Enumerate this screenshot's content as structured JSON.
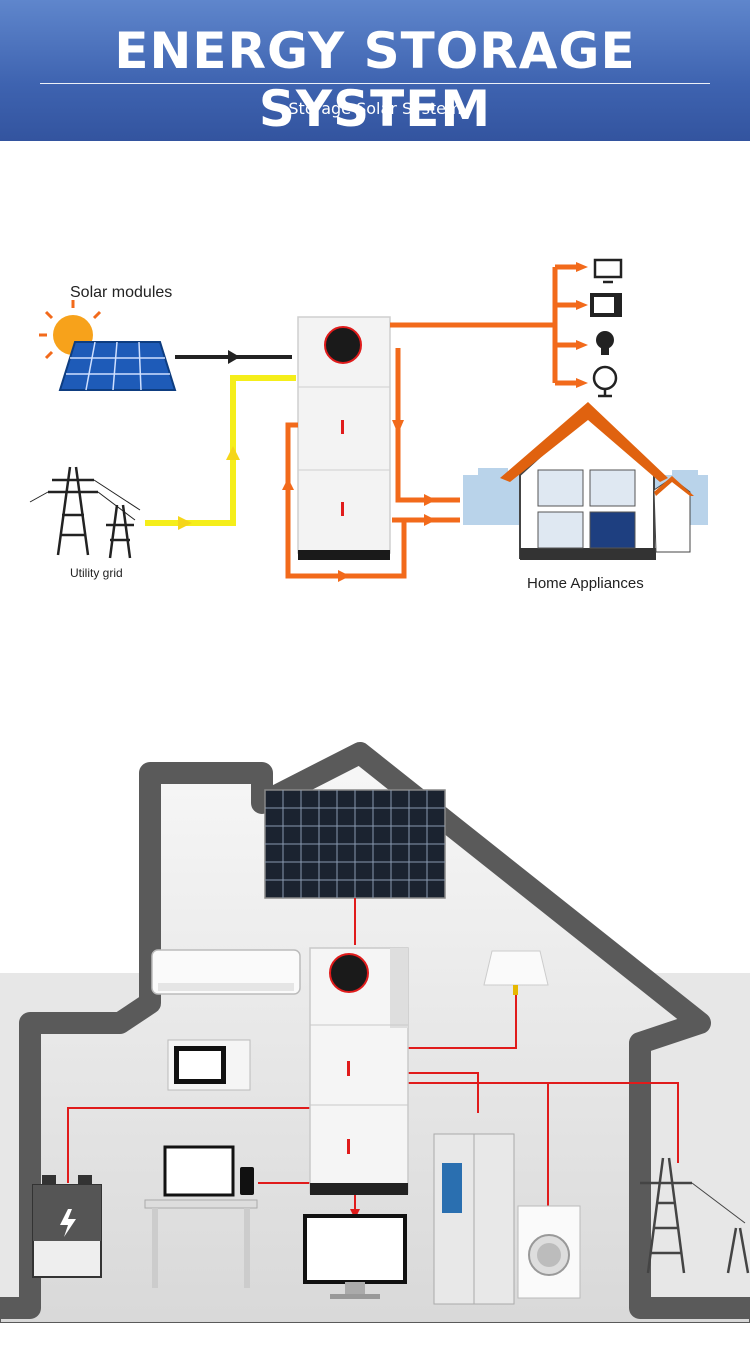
{
  "header": {
    "title": "ENERGY STORAGE SYSTEM",
    "subtitle": "Storage Solar System"
  },
  "diagram": {
    "solar_label": "Solar modules",
    "grid_label": "Utility grid",
    "home_label": "Home Appliances"
  },
  "colors": {
    "header_blue": "#3e63b0",
    "flow_orange": "#f26a1b",
    "flow_yellow": "#f5ee1a",
    "wire_red": "#e01b1b",
    "house_gray": "#5a5a5a"
  }
}
